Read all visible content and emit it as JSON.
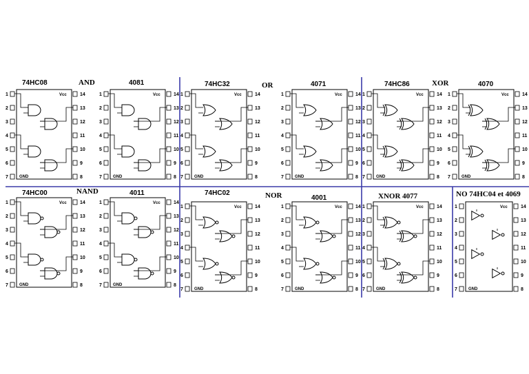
{
  "families": {
    "and": "AND",
    "or": "OR",
    "xor": "XOR",
    "nand": "NAND",
    "nor": "NOR",
    "xnor": "XNOR 4077",
    "not": "NO 74HC04 et 4069"
  },
  "chips": [
    {
      "name": "74HC08",
      "gate": "and"
    },
    {
      "name": "4081",
      "gate": "and"
    },
    {
      "name": "74HC32",
      "gate": "or"
    },
    {
      "name": "4071",
      "gate": "or"
    },
    {
      "name": "74HC86",
      "gate": "xor"
    },
    {
      "name": "4070",
      "gate": "xor"
    },
    {
      "name": "74HC00",
      "gate": "nand"
    },
    {
      "name": "4011",
      "gate": "nand"
    },
    {
      "name": "74HC02",
      "gate": "nor"
    },
    {
      "name": "4001",
      "gate": "nor"
    },
    {
      "name": "",
      "gate": "xnor"
    },
    {
      "name": "",
      "gate": "not"
    }
  ],
  "pins_left": [
    "1",
    "2",
    "3",
    "4",
    "5",
    "6",
    "7"
  ],
  "pins_right": [
    "14",
    "13",
    "12",
    "11",
    "10",
    "9",
    "8"
  ],
  "vcc_label": "Vcc",
  "gnd_label": "GND",
  "colors": {
    "separator": "#3a3aa8",
    "ink": "#000000"
  }
}
